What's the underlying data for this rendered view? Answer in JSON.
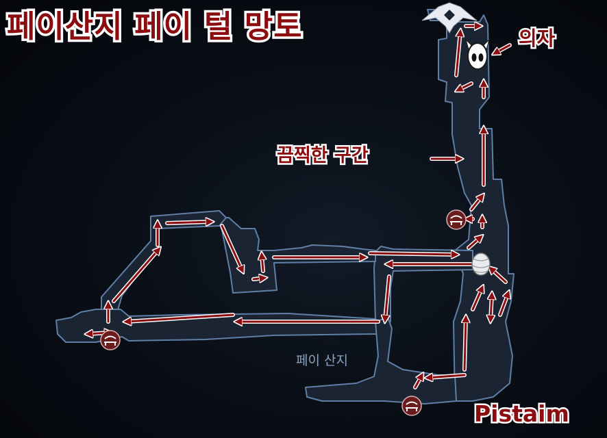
{
  "title": "페이산지 페이 털 망토",
  "labels": {
    "chair": "의자",
    "gruesome_section": "끔찍한 구간",
    "area_name": "페이 산지"
  },
  "watermark": "Pistaim",
  "icons": {
    "bench": "bench-icon",
    "chair_marker": "knight-mask-icon",
    "cocoon": "cocoon-icon",
    "crest": "crest-icon"
  },
  "colors": {
    "route_arrow": "#8c0d10",
    "map_outline": "#5f7fa6",
    "label_text": "#8c0d10",
    "area_text": "#8aa3bf"
  }
}
